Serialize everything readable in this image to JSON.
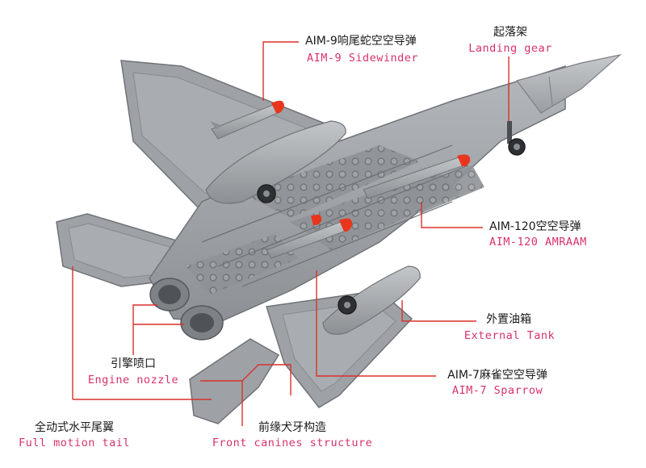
{
  "colors": {
    "leader_line": "#d9322b",
    "english_text": "#d6336c",
    "chinese_text": "#1a1a1a",
    "airframe": "#9a9ea3",
    "airframe_dark": "#6f7378",
    "missile_tip": "#e8361e"
  },
  "callouts": {
    "aim9": {
      "zh": "AIM-9响尾蛇空空导弹",
      "en": "AIM-9 Sidewinder"
    },
    "gear": {
      "zh": "起落架",
      "en": "Landing gear"
    },
    "aim120": {
      "zh": "AIM-120空空导弹",
      "en": "AIM-120 AMRAAM"
    },
    "tank": {
      "zh": "外置油箱",
      "en": "External Tank"
    },
    "aim7": {
      "zh": "AIM-7麻雀空空导弹",
      "en": "AIM-7 Sparrow"
    },
    "nozzle": {
      "zh": "引擎喷口",
      "en": "Engine nozzle"
    },
    "tail": {
      "zh": "全动式水平尾翼",
      "en": "Full motion tail"
    },
    "canines": {
      "zh": "前缘犬牙构造",
      "en": "Front canines structure"
    }
  }
}
